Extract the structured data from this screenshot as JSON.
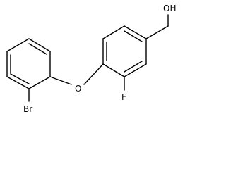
{
  "molecule": {
    "atom_labels": {
      "hydroxyl": "OH",
      "ether_oxygen": "O",
      "fluorine": "F",
      "bromine": "Br"
    }
  },
  "colors": {
    "bond": "#000000",
    "label": "#000000",
    "background": "#ffffff"
  }
}
